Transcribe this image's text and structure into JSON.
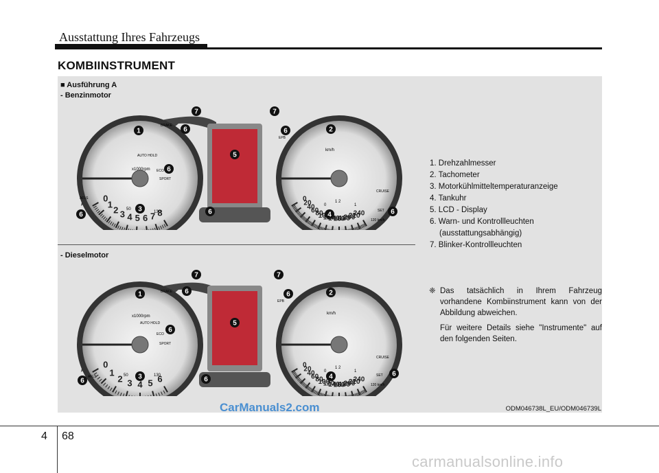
{
  "header": {
    "title": "Ausstattung Ihres Fahrzeugs"
  },
  "section": {
    "title": "KOMBIINSTRUMENT"
  },
  "variant": {
    "label": "■ Ausführung A"
  },
  "engines": {
    "petrol": "- Benzinmotor",
    "diesel": "- Dieselmotor"
  },
  "gauges": {
    "rpm_unit": "x1000rpm",
    "speed_unit": "km/h",
    "petrol_rpm": [
      "0",
      "1",
      "2",
      "3",
      "4",
      "5",
      "6",
      "7",
      "8"
    ],
    "diesel_rpm": [
      "0",
      "1",
      "2",
      "3",
      "4",
      "5",
      "6"
    ],
    "speed": [
      "0",
      "20",
      "40",
      "60",
      "80",
      "100",
      "120",
      "140",
      "160",
      "180",
      "200",
      "220",
      "240"
    ],
    "temp_low": "50",
    "temp_high": "130",
    "fuel_low": "0",
    "fuel_mid": "1 2",
    "fuel_high": "1",
    "speed_mph": "120 km/h",
    "tags": {
      "auto_hold": "AUTO HOLD",
      "sport": "SPORT",
      "eco": "ECO",
      "dbc": "DBC",
      "epb": "EPB",
      "cruise": "CRUISE",
      "set": "SET",
      "afls": "AFLS",
      "brake": "BRAKE"
    }
  },
  "callouts": {
    "c1": "1",
    "c2": "2",
    "c3": "3",
    "c4": "4",
    "c5": "5",
    "c6": "6",
    "c7": "7"
  },
  "legend": [
    "1. Drehzahlmesser",
    "2. Tachometer",
    "3. Motorkühlmitteltemperaturanzeige",
    "4. Tankuhr",
    "5. LCD - Display",
    "6. Warn- und Kontrollleuchten",
    "(ausstattungsabhängig)",
    "7. Blinker-Kontrollleuchten"
  ],
  "note": {
    "mark": "❈",
    "text1": "Das tatsächlich in Ihrem Fahrzeug vorhandene Kombiinstrument kann von der Abbildung abweichen.",
    "text2": "Für weitere Details siehe \"Instrumente\" auf den folgenden Seiten."
  },
  "image_code": "ODM046738L_EU/ODM046739L",
  "watermark": "CarManuals2.com",
  "footer": {
    "chapter": "4",
    "page": "68",
    "site": "carmanualsonline.info"
  }
}
